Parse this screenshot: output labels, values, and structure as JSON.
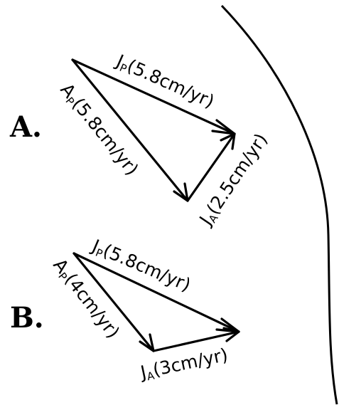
{
  "panels": [
    {
      "letter": "A.",
      "jp": {
        "main": "J",
        "sub": "P",
        "value": "(5.8cm/yr)"
      },
      "ap": {
        "main": "A",
        "sub": "P",
        "value": "(5.8cm/yr)"
      },
      "ja": {
        "main": "J",
        "sub": "A",
        "value": "(2.5cm/yr)"
      }
    },
    {
      "letter": "B.",
      "jp": {
        "main": "J",
        "sub": "P",
        "value": "(5.8cm/yr)"
      },
      "ap": {
        "main": "A",
        "sub": "P",
        "value": "(4cm/yr)"
      },
      "ja": {
        "main": "J",
        "sub": "A",
        "value": "(3cm/yr)"
      }
    }
  ]
}
